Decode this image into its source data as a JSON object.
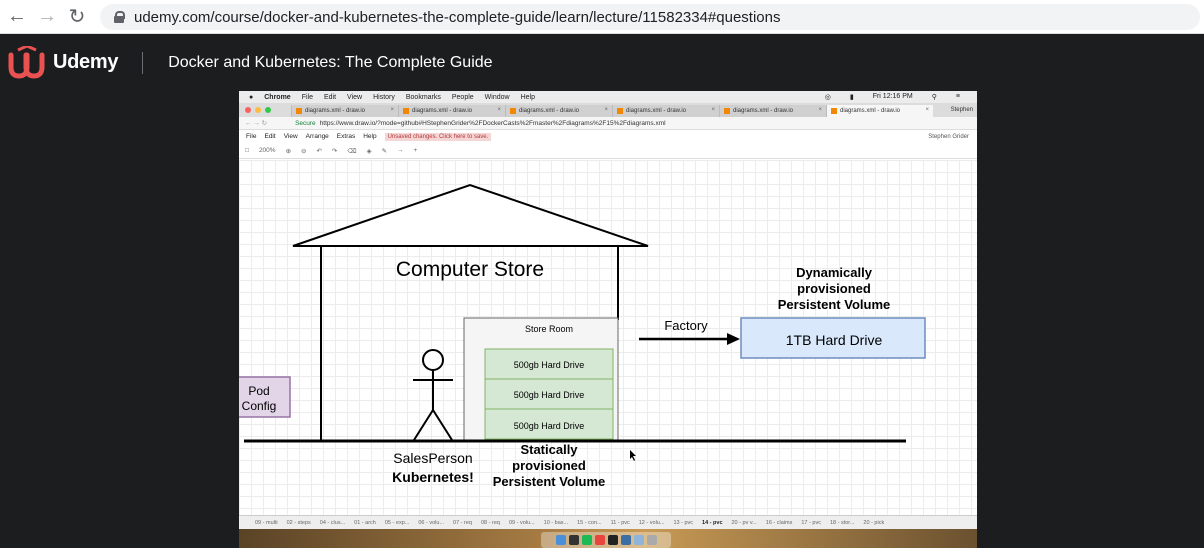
{
  "browser": {
    "url": "udemy.com/course/docker-and-kubernetes-the-complete-guide/learn/lecture/11582334#questions"
  },
  "header": {
    "brand": "Udemy",
    "course_title": "Docker and Kubernetes: The Complete Guide"
  },
  "video": {
    "mac_menu": [
      "Chrome",
      "File",
      "Edit",
      "View",
      "History",
      "Bookmarks",
      "People",
      "Window",
      "Help"
    ],
    "mac_clock": "Fri 12:16 PM",
    "tabs": [
      "diagrams.xml - draw.io",
      "diagrams.xml - draw.io",
      "diagrams.xml - draw.io",
      "diagrams.xml - draw.io",
      "diagrams.xml - draw.io",
      "diagrams.xml - draw.io"
    ],
    "tab_user": "Stephen",
    "secure_label": "Secure",
    "inner_url": "https://www.draw.io/?mode=github#HStephenGrider%2FDockerCasts%2Fmaster%2Fdiagrams%2F15%2Fdiagrams.xml",
    "drawio_menu": [
      "File",
      "Edit",
      "View",
      "Arrange",
      "Extras",
      "Help"
    ],
    "unsaved_notice": "Unsaved changes. Click here to save.",
    "drawio_user": "Stephen Grider",
    "zoom": "200%",
    "page_tabs": [
      "09 - multi",
      "02 - steps",
      "04 - clus...",
      "01 - arch",
      "05 - exp...",
      "06 - volu...",
      "07 - req",
      "08 - req",
      "09 - volu...",
      "10 - bas...",
      "15 - con...",
      "11 - pvc",
      "12 - volu...",
      "13 - pvc",
      "14 - pvc",
      "20 - pv v...",
      "16 - claims",
      "17 - pvc",
      "18 - stor...",
      "20 - pick"
    ],
    "active_page_tab": "14 - pvc",
    "diagram": {
      "store_title": "Computer Store",
      "store_room": "Store Room",
      "drives": [
        "500gb Hard Drive",
        "500gb Hard Drive",
        "500gb Hard Drive"
      ],
      "person": "SalesPerson",
      "person_role": "Kubernetes!",
      "static_label": [
        "Statically",
        "provisioned",
        "Persistent Volume"
      ],
      "factory_label": "Factory",
      "big_drive": "1TB Hard Drive",
      "dynamic_label": [
        "Dynamically",
        "provisioned",
        "Persistent Volume"
      ],
      "pod_config": [
        "Pod",
        "Config"
      ]
    }
  }
}
